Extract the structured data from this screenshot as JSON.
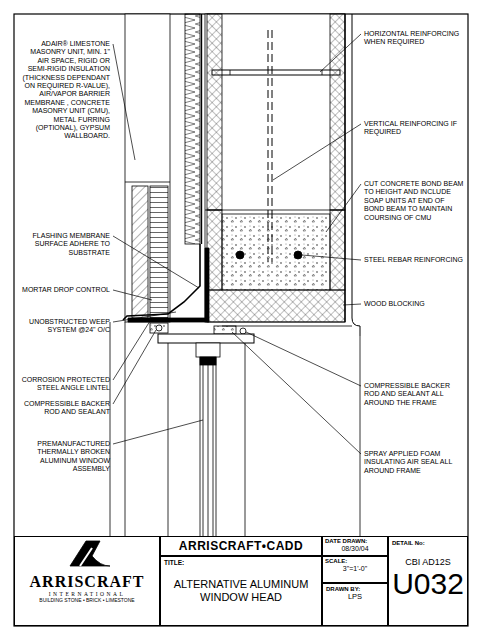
{
  "diagram": {
    "nodes": [
      {
        "text": [
          "ARRISCRAFT",
          "INTERNATIONAL",
          "BUILDING STONE • BRICK • LIMESTONE"
        ]
      },
      {
        "text": [
          "ARRISCRAFT•CADD"
        ]
      },
      {
        "text": [
          "TITLE:",
          "ALTERNATIVE ALUMINUM WINDOW HEAD"
        ]
      },
      {
        "text": [
          "DATE DRAWN:",
          "08/30/04"
        ]
      },
      {
        "text": [
          "SCALE:",
          "3\"=1'-0\""
        ]
      },
      {
        "text": [
          "DRAWN BY:",
          "LPS"
        ]
      },
      {
        "text": [
          "DETAIL No:",
          "CBI AD12S",
          "U032"
        ]
      }
    ],
    "labels": [
      "ADAIR® LIMESTONE MASONRY UNIT, MIN. 1\" AIR SPACE, RIGID OR SEMI-RIGID INSULATION (THICKNESS DEPENDANT ON REQUIRED R-VALUE), AIR/VAPOR BARRIER MEMBRANE , CONCRETE MASONRY UNIT (CMU), METAL FURRING (OPTIONAL), GYPSUM WALLBOARD.",
      "FLASHING MEMBRANE SURFACE ADHERE TO SUBSTRATE",
      "MORTAR DROP CONTROL",
      "UNOBSTRUCTED WEEP SYSTEM @24\" O/C",
      "CORROSION PROTECTED STEEL ANGLE LINTEL",
      "COMPRESSIBLE BACKER ROD AND SEALANT",
      "PREMANUFACTURED THERMALLY BROKEN ALUMINUM WINDOW ASSEMBLY",
      "HORIZONTAL REINFORCING WHEN REQUIRED",
      "VERTICAL REINFORCING IF REQUIRED",
      "CUT CONCRETE BOND BEAM TO HEIGHT AND INCLUDE SOAP UNITS AT END OF BOND BEAM TO MAINTAIN COURSING OF CMU",
      "STEEL REBAR REINFORCING",
      "WOOD BLOCKING",
      "COMPRESSIBLE BACKER ROD AND SEALANT ALL AROUND THE FRAME",
      "SPRAY APPLIED FOAM INSULATING AIR SEAL ALL AROUND FRAME"
    ]
  }
}
